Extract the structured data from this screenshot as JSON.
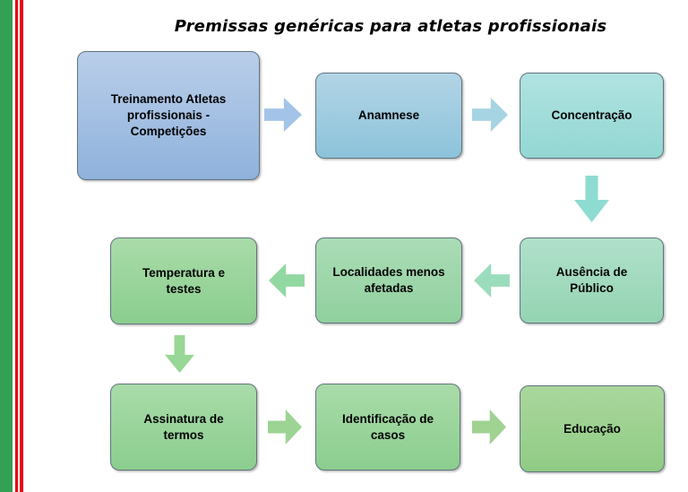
{
  "title": "Premissas genéricas para atletas profissionais",
  "decor": {
    "stripe_green": "#34a053",
    "stripe_red": "#e8000d"
  },
  "flowchart": {
    "nodes": [
      {
        "id": "treinamento",
        "label": "Treinamento Atletas profissionais - Competições",
        "top_color": "#b9cee9",
        "bottom_color": "#8fb2dc"
      },
      {
        "id": "anamnese",
        "label": "Anamnese",
        "top_color": "#b2d4e6",
        "bottom_color": "#8cc3da"
      },
      {
        "id": "concentracao",
        "label": "Concentração",
        "top_color": "#b0e3e1",
        "bottom_color": "#93d7d3"
      },
      {
        "id": "ausencia",
        "label": "Ausência de Público",
        "top_color": "#b0e0ca",
        "bottom_color": "#94d4b2"
      },
      {
        "id": "localidades",
        "label": "Localidades menos afetadas",
        "top_color": "#abdcb6",
        "bottom_color": "#90d09e"
      },
      {
        "id": "temperatura",
        "label": "Temperatura e testes",
        "top_color": "#a9dba9",
        "bottom_color": "#8bce8e"
      },
      {
        "id": "assinatura",
        "label": "Assinatura de termos",
        "top_color": "#a9dba9",
        "bottom_color": "#8bce8e"
      },
      {
        "id": "identificacao",
        "label": "Identificação de casos",
        "top_color": "#a9dba9",
        "bottom_color": "#8bce8e"
      },
      {
        "id": "educacao",
        "label": "Educação",
        "top_color": "#aad79c",
        "bottom_color": "#90cb85"
      }
    ],
    "arrows": [
      {
        "id": "a1",
        "direction": "right",
        "color": "#a3c4e8"
      },
      {
        "id": "a2",
        "direction": "right",
        "color": "#a6d4e3"
      },
      {
        "id": "a3",
        "direction": "down",
        "color": "#8edbd2"
      },
      {
        "id": "a4",
        "direction": "left",
        "color": "#9bdcbd"
      },
      {
        "id": "a5",
        "direction": "left",
        "color": "#92d8a2"
      },
      {
        "id": "a6",
        "direction": "down",
        "color": "#98d795"
      },
      {
        "id": "a7",
        "direction": "right",
        "color": "#9cd494"
      },
      {
        "id": "a8",
        "direction": "right",
        "color": "#a0d291"
      }
    ]
  }
}
